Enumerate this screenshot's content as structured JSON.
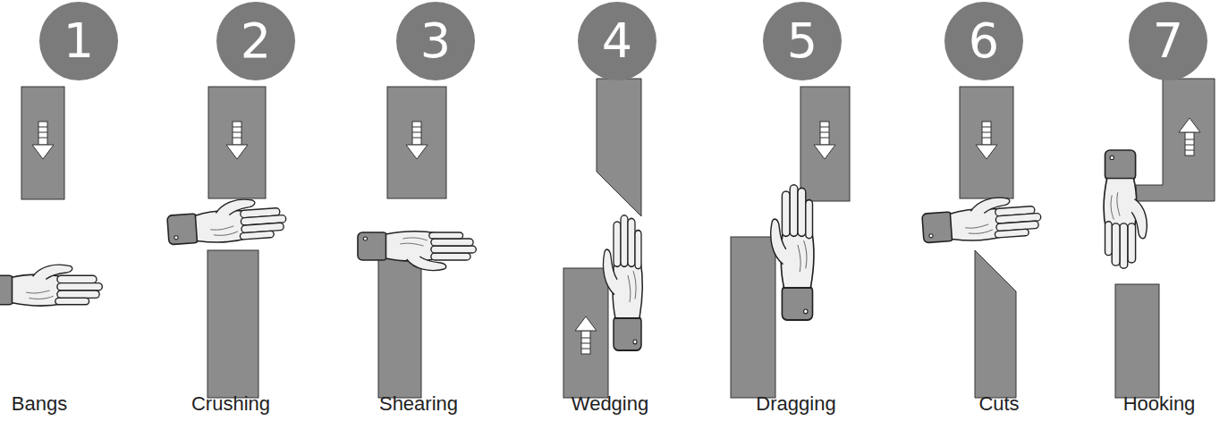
{
  "diagram": {
    "nodes": [
      {
        "text": [
          "1"
        ]
      },
      {
        "text": [
          "2"
        ]
      },
      {
        "text": [
          "3"
        ]
      },
      {
        "text": [
          "4"
        ]
      },
      {
        "text": [
          "5"
        ]
      },
      {
        "text": [
          "6"
        ]
      },
      {
        "text": [
          "7"
        ]
      }
    ],
    "labels": [
      "Bangs",
      "Crushing",
      "Shearing",
      "Wedging",
      "Dragging",
      "Cuts",
      "Hooking"
    ]
  }
}
